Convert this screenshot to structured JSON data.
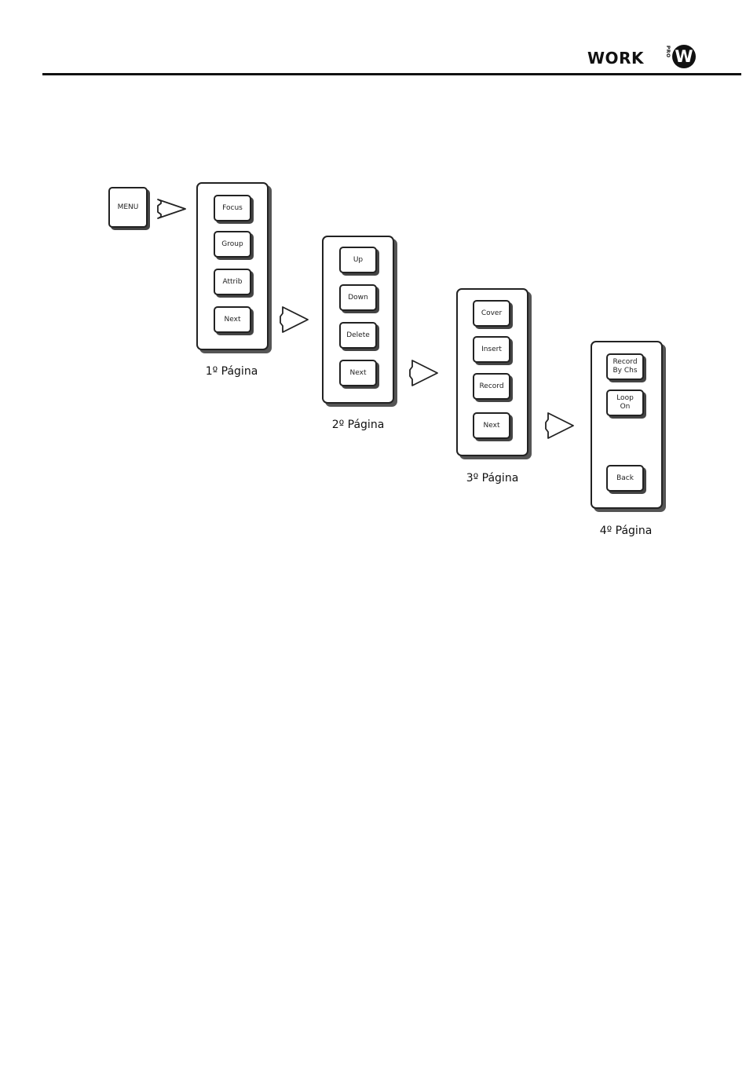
{
  "header": {
    "logo_text": "WORK",
    "logo_pro": "PRO",
    "logo_mark": "W",
    "logo_reg": "®"
  },
  "menu_button": {
    "label": "MENU"
  },
  "pages": [
    {
      "label": "1º Página",
      "buttons": [
        "Focus",
        "Group",
        "Attrib",
        "Next"
      ]
    },
    {
      "label": "2º Página",
      "buttons": [
        "Up",
        "Down",
        "Delete",
        "Next"
      ]
    },
    {
      "label": "3º Página",
      "buttons": [
        "Cover",
        "Insert",
        "Record",
        "Next"
      ]
    },
    {
      "label": "4º Página",
      "buttons": [
        "Record\nBy Chs",
        "Loop\nOn",
        "Back"
      ]
    }
  ],
  "arrow_icon": "triangle-arrow-right"
}
